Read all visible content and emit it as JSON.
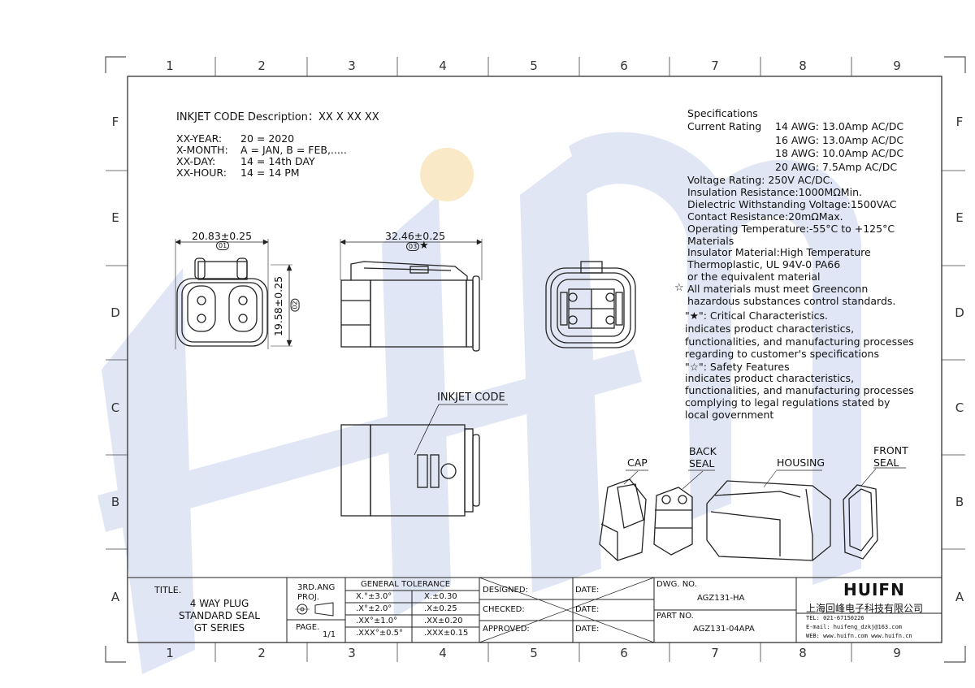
{
  "brand_color": "#23318c",
  "watermark": {
    "text": "HUIFN",
    "color": "#c9d2ee",
    "dot_color": "#f6d89a"
  },
  "grid": {
    "cols": [
      "1",
      "2",
      "3",
      "4",
      "5",
      "6",
      "7",
      "8",
      "9"
    ],
    "rows": [
      "F",
      "E",
      "D",
      "C",
      "B",
      "A"
    ]
  },
  "inkjet": {
    "title": "INKJET CODE Description",
    "code": "XX X XX XX",
    "lines": [
      {
        "key": "XX-YEAR:",
        "value": "20 = 2020"
      },
      {
        "key": "X-MONTH:",
        "value": "A = JAN, B = FEB,....."
      },
      {
        "key": "XX-DAY:",
        "value": "14 = 14th DAY"
      },
      {
        "key": "XX-HOUR:",
        "value": "14 = 14 PM"
      }
    ]
  },
  "dimensions": {
    "width": "20.83±0.25",
    "width_ref": "01",
    "length": "32.46±0.25",
    "length_ref": "03",
    "height": "19.58±0.25",
    "height_ref": "02"
  },
  "labels": {
    "inkjet_code": "INKJET CODE",
    "cap": "CAP",
    "back_seal": "BACK\nSEAL",
    "housing": "HOUSING",
    "front_seal": "FRONT\nSEAL"
  },
  "specs": {
    "heading": "Specifications",
    "current_label": "Current Rating",
    "current": [
      "14 AWG: 13.0Amp AC/DC",
      "16 AWG: 13.0Amp AC/DC",
      "18 AWG: 10.0Amp AC/DC",
      "20 AWG: 7.5Amp  AC/DC"
    ],
    "lines": [
      "Voltage Rating: 250V AC/DC.",
      "Insulation Resistance:1000MΩMin.",
      "Dielectric Withstanding Voltage:1500VAC",
      "Contact Resistance:20mΩMax.",
      "Operating Temperature:-55°C to +125°C",
      "Materials",
      "Insulator Material:High Temperature",
      "Thermoplastic, UL 94V-0 PA66",
      "or the equivalent material"
    ],
    "green_note": "All materials must meet Greenconn",
    "green_note2": "hazardous substances control standards.",
    "critical_label": "\"★\": Critical Characteristics.",
    "critical_lines": [
      "indicates product characteristics,",
      "functionalities, and manufacturing processes",
      "regarding to customer's specifications"
    ],
    "safety_label": "\"☆\": Safety Features",
    "safety_lines": [
      "indicates product characteristics,",
      "functionalities, and manufacturing processes",
      "complying to legal regulations stated by",
      "local government"
    ]
  },
  "title_block": {
    "title_label": "TITLE.",
    "title_lines": [
      "4 WAY PLUG",
      "STANDARD SEAL",
      "GT SERIES"
    ],
    "proj_label1": "3RD.ANG",
    "proj_label2": "PROJ.",
    "page_label": "PAGE.",
    "page_value": "1/1",
    "tol_header": "GENERAL TOLERANCE",
    "tol": [
      [
        "X.°±3.0°",
        "X.±0.30"
      ],
      [
        ".X°±2.0°",
        ".X±0.25"
      ],
      [
        ".XX°±1.0°",
        ".XX±0.20"
      ],
      [
        ".XXX°±0.5°",
        ".XXX±0.15"
      ]
    ],
    "designed": "DESIGNED:",
    "checked": "CHECKED:",
    "approved": "APPROVED:",
    "date": "DATE:",
    "dwg_label": "DWG. NO.",
    "dwg_value": "AGZ131-HA",
    "part_label": "PART NO.",
    "part_value": "AGZ131-04APA",
    "logo": "HUIFN",
    "company": "上海回峰电子科技有限公司",
    "tel": "TEL: 021-67150226",
    "email": "E-mail: huifeng_dzkj@163.com",
    "web": "WEB: www.huifn.com   www.huifn.cn"
  }
}
